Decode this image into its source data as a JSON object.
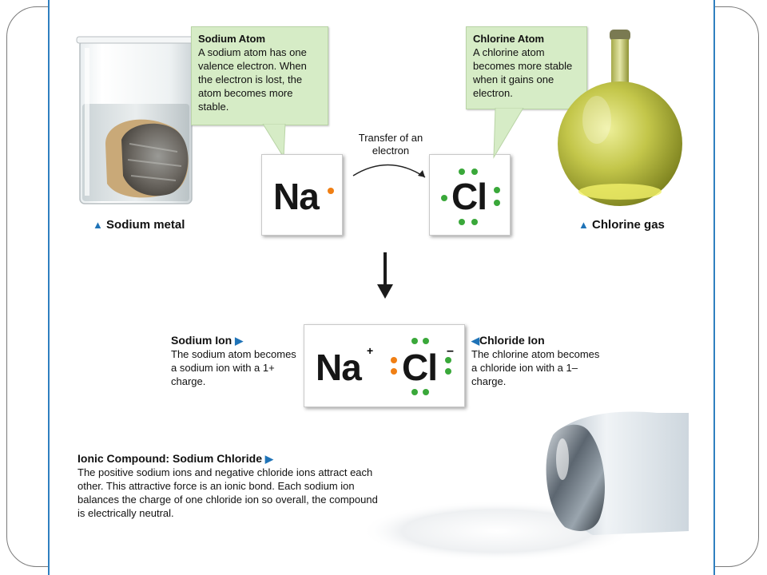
{
  "sodium_atom": {
    "title": "Sodium Atom",
    "text": "A sodium atom has one valence electron. When the electron is lost, the atom becomes more stable."
  },
  "chlorine_atom": {
    "title": "Chlorine Atom",
    "text": "A chlorine atom becomes more stable when it gains one electron."
  },
  "transfer_label": "Transfer of an electron",
  "na_symbol": "Na",
  "cl_symbol": "Cl",
  "sodium_metal_label": "Sodium metal",
  "chlorine_gas_label": "Chlorine gas",
  "sodium_ion": {
    "title": "Sodium Ion",
    "text": "The sodium atom becomes a sodium ion with a 1+ charge."
  },
  "chloride_ion": {
    "title": "Chloride Ion",
    "text": "The chlorine atom becomes a chloride ion with a 1– charge."
  },
  "ion_plus": "+",
  "ion_minus": "–",
  "ionic_compound": {
    "title": "Ionic Compound: Sodium Chloride",
    "text": "The positive sodium ions and negative chloride ions attract each other. This attractive force is an ionic bond. Each sodium ion balances the charge of one chloride ion so overall, the compound is electrically neutral."
  },
  "colors": {
    "callout_bg": "#d6ecc6",
    "electron_green": "#3aa83a",
    "electron_orange": "#f07f14",
    "triangle_blue": "#1f73b7",
    "panel_border": "#2f7fc0"
  },
  "icons": [
    "beaker-image",
    "flask-image",
    "salt-shaker-image",
    "down-arrow-icon",
    "curved-arrow-icon",
    "triangle-marker-icon"
  ]
}
